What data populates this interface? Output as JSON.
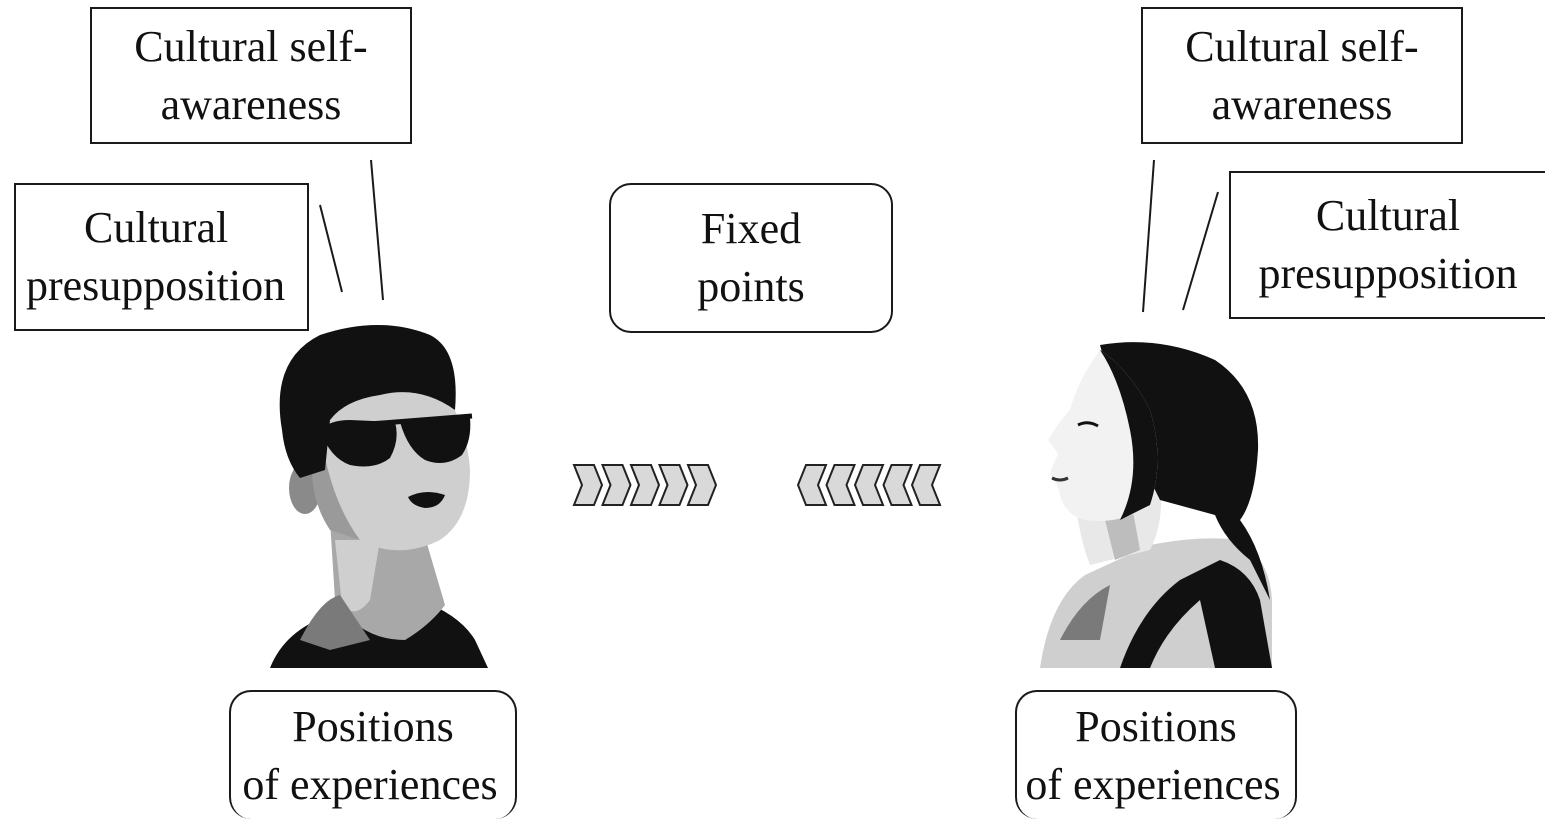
{
  "left_person": {
    "self_awareness": [
      "Cultural self-",
      "awareness"
    ],
    "presupposition": [
      "Cultural",
      "presupposition"
    ],
    "positions": [
      "Positions",
      "of experiences"
    ]
  },
  "center": {
    "fixed_points": [
      "Fixed",
      "points"
    ],
    "arrows_right_count": 5,
    "arrows_left_count": 5,
    "arrow_fill": "#d9d9d9"
  },
  "right_person": {
    "self_awareness": [
      "Cultural self-",
      "awareness"
    ],
    "presupposition": [
      "Cultural",
      "presupposition"
    ],
    "positions": [
      "Positions",
      "of experiences"
    ]
  },
  "colors": {
    "line": "#1a1a1a",
    "hair": "#111111",
    "skin_light": "#cfcfcf",
    "skin_mid": "#a8a8a8",
    "skin_dark": "#7a7a7a"
  }
}
